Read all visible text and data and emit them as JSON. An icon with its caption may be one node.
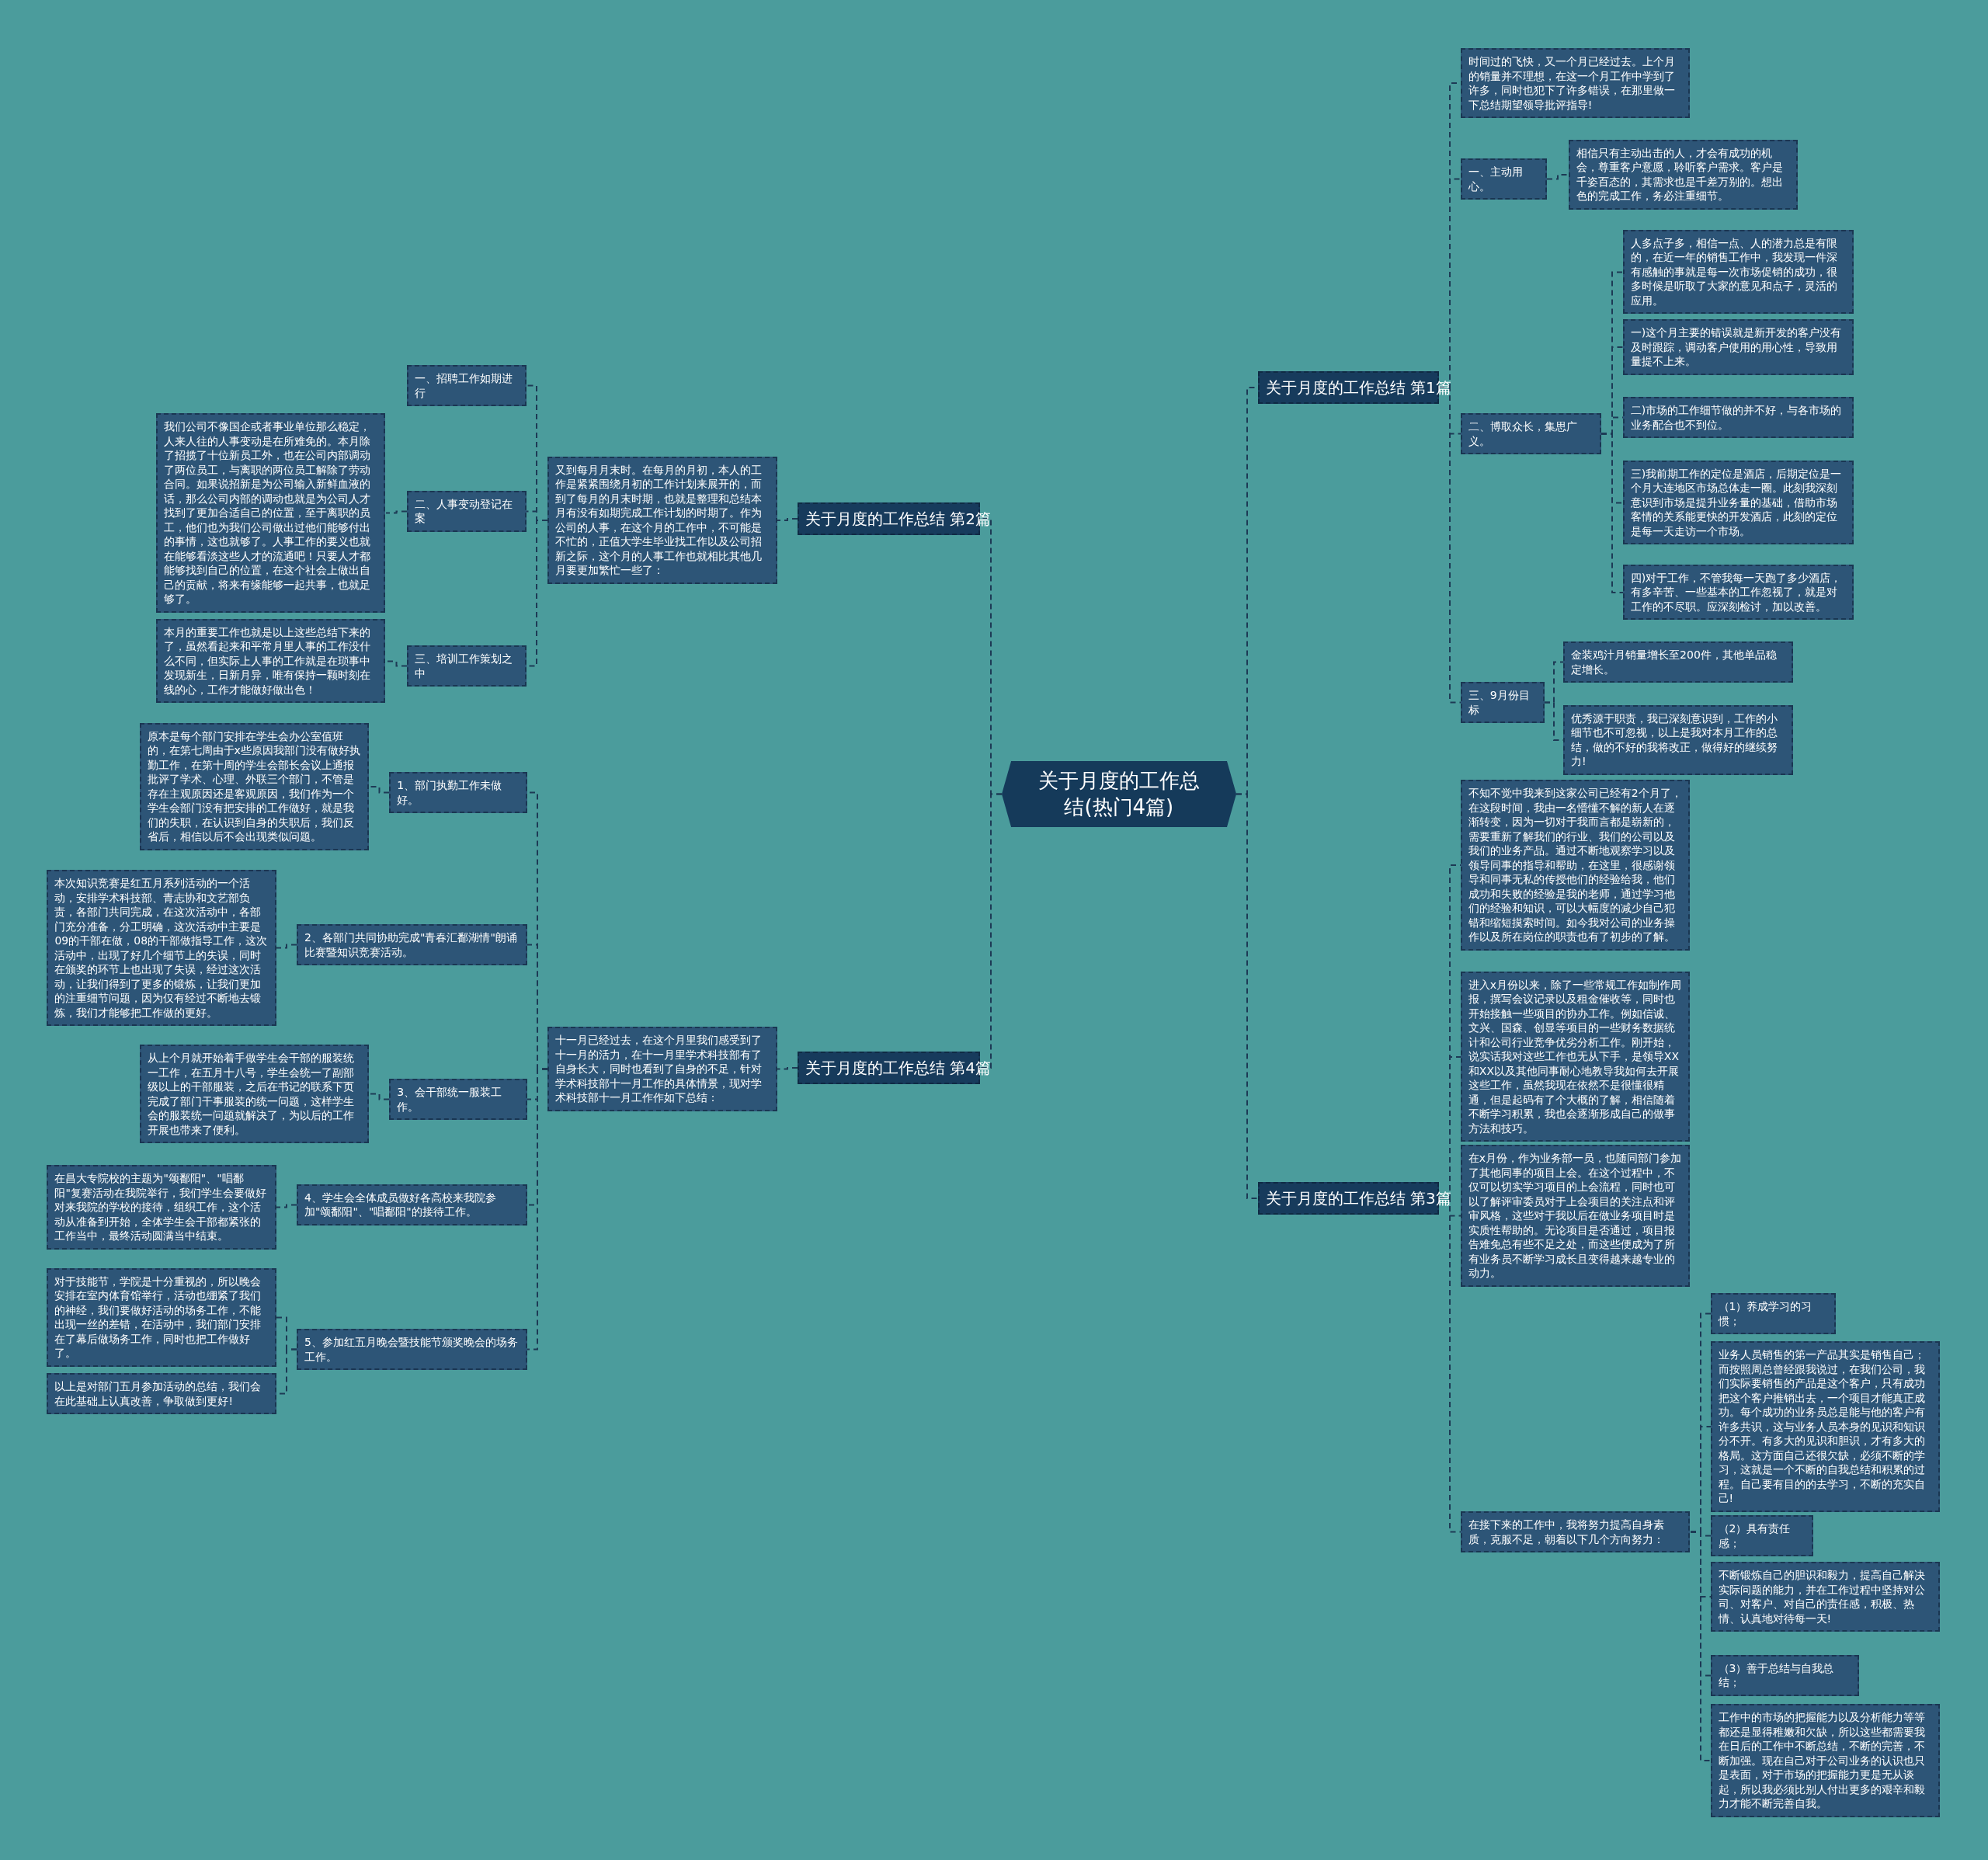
{
  "diagram": {
    "nodes": [
      {
        "text": [
          "关于月度的工作总结(热门4篇)"
        ]
      },
      {
        "text": [
          "关于月度的工作总结 第1篇"
        ]
      },
      {
        "text": [
          "时间过的飞快，又一个月已经过去。上个月的销量并不理想，在这一个月工作中学到了许多，同时也犯下了许多错误，在那里做一下总结期望领导批评指导!"
        ]
      },
      {
        "text": [
          "一、主动用心。"
        ]
      },
      {
        "text": [
          "相信只有主动出击的人，才会有成功的机会，尊重客户意愿，聆听客户需求。客户是千姿百态的，其需求也是千差万别的。想出色的完成工作，务必注重细节。"
        ]
      },
      {
        "text": [
          "二、博取众长，集思广义。"
        ]
      },
      {
        "text": [
          "人多点子多，相信一点、人的潜力总是有限的，在近一年的销售工作中，我发现一件深有感触的事就是每一次市场促销的成功，很多时候是听取了大家的意见和点子，灵活的应用。"
        ]
      },
      {
        "text": [
          "一)这个月主要的错误就是新开发的客户没有及时跟踪，调动客户使用的用心性，导致用量提不上来。"
        ]
      },
      {
        "text": [
          "二)市场的工作细节做的并不好，与各市场的业务配合也不到位。"
        ]
      },
      {
        "text": [
          "三)我前期工作的定位是酒店，后期定位是一个月大连地区市场总体走一圈。此刻我深刻意识到市场是提升业务量的基础，借助市场客情的关系能更快的开发酒店，此刻的定位是每一天走访一个市场。"
        ]
      },
      {
        "text": [
          "四)对于工作，不管我每一天跑了多少酒店，有多辛苦、一些基本的工作忽视了，就是对工作的不尽职。应深刻检讨，加以改善。"
        ]
      },
      {
        "text": [
          "三、9月份目标"
        ]
      },
      {
        "text": [
          "金装鸡汁月销量增长至200件，其他单品稳定增长。"
        ]
      },
      {
        "text": [
          "优秀源于职责，我已深刻意识到，工作的小细节也不可忽视，以上是我对本月工作的总结，做的不好的我将改正，做得好的继续努力!"
        ]
      },
      {
        "text": [
          "关于月度的工作总结 第3篇"
        ]
      },
      {
        "text": [
          "不知不觉中我来到这家公司已经有2个月了，在这段时间，我由一名懵懂不解的新人在逐渐转变，因为一切对于我而言都是崭新的，需要重新了解我们的行业、我们的公司以及我们的业务产品。通过不断地观察学习以及领导同事的指导和帮助，在这里，很感谢领导和同事无私的传授他们的经验给我，他们成功和失败的经验是我的老师，通过学习他们的经验和知识，可以大幅度的减少自己犯错和缩短摸索时间。如今我对公司的业务操作以及所在岗位的职责也有了初步的了解。"
        ]
      },
      {
        "text": [
          "进入x月份以来，除了一些常规工作如制作周报，撰写会议记录以及租金催收等，同时也开始接触一些项目的协办工作。例如信诚、文兴、国森、创显等项目的一些财务数据统计和公司行业竞争优劣分析工作。刚开始，说实话我对这些工作也无从下手，是领导XX和XX以及其他同事耐心地教导我如何去开展这些工作，虽然我现在依然不是很懂很精通，但是起码有了个大概的了解，相信随着不断学习积累，我也会逐渐形成自己的做事方法和技巧。"
        ]
      },
      {
        "text": [
          "在x月份，作为业务部一员，也随同部门参加了其他同事的项目上会。在这个过程中，不仅可以切实学习项目的上会流程，同时也可以了解评审委员对于上会项目的关注点和评审风格，这些对于我以后在做业务项目时是实质性帮助的。无论项目是否通过，项目报告难免总有些不足之处，而这些便成为了所有业务员不断学习成长且变得越来越专业的动力。"
        ]
      },
      {
        "text": [
          "在接下来的工作中，我将努力提高自身素质，克服不足，朝着以下几个方向努力："
        ]
      },
      {
        "text": [
          "（1）养成学习的习惯；"
        ]
      },
      {
        "text": [
          "业务人员销售的第一产品其实是销售自己；而按照周总曾经跟我说过，在我们公司，我们实际要销售的产品是这个客户，只有成功把这个客户推销出去，一个项目才能真正成功。每个成功的业务员总是能与他的客户有许多共识，这与业务人员本身的见识和知识分不开。有多大的见识和胆识，才有多大的格局。这方面自己还很欠缺，必须不断的学习，这就是一个不断的自我总结和积累的过程。自己要有目的的去学习，不断的充实自己!"
        ]
      },
      {
        "text": [
          "（2）具有责任感；"
        ]
      },
      {
        "text": [
          "不断锻炼自己的胆识和毅力，提高自己解决实际问题的能力，并在工作过程中坚持对公司、对客户、对自己的责任感，积极、热情、认真地对待每一天!"
        ]
      },
      {
        "text": [
          "（3）善于总结与自我总结；"
        ]
      },
      {
        "text": [
          "工作中的市场的把握能力以及分析能力等等都还是显得稚嫩和欠缺，所以这些都需要我在日后的工作中不断总结，不断的完善，不断加强。现在自己对于公司业务的认识也只是表面，对于市场的把握能力更是无从谈起，所以我必须比别人付出更多的艰辛和毅力才能不断完善自我。"
        ]
      },
      {
        "text": [
          "关于月度的工作总结 第2篇"
        ]
      },
      {
        "text": [
          "又到每月月末时。在每月的月初，本人的工作是紧紧围绕月初的工作计划来展开的，而到了每月的月末时期，也就是整理和总结本月有没有如期完成工作计划的时期了。作为公司的人事，在这个月的工作中，不可能是不忙的，正值大学生毕业找工作以及公司招新之际，这个月的人事工作也就相比其他几月要更加繁忙一些了："
        ]
      },
      {
        "text": [
          "一、招聘工作如期进行"
        ]
      },
      {
        "text": [
          "二、人事变动登记在案"
        ]
      },
      {
        "text": [
          "我们公司不像国企或者事业单位那么稳定，人来人往的人事变动是在所难免的。本月除了招揽了十位新员工外，也在公司内部调动了两位员工，与离职的两位员工解除了劳动合同。如果说招新是为公司输入新鲜血液的话，那么公司内部的调动也就是为公司人才找到了更加合适自己的位置，至于离职的员工，他们也为我们公司做出过他们能够付出的事情，这也就够了。人事工作的要义也就在能够看淡这些人才的流通吧！只要人才都能够找到自己的位置，在这个社会上做出自己的贡献，将来有缘能够一起共事，也就足够了。"
        ]
      },
      {
        "text": [
          "三、培训工作策划之中"
        ]
      },
      {
        "text": [
          "本月的重要工作也就是以上这些总结下来的了，虽然看起来和平常月里人事的工作没什么不同，但实际上人事的工作就是在琐事中发现新生，日新月异，唯有保持一颗时刻在线的心，工作才能做好做出色！"
        ]
      },
      {
        "text": [
          "关于月度的工作总结 第4篇"
        ]
      },
      {
        "text": [
          "十一月已经过去，在这个月里我们感受到了十一月的活力，在十一月里学术科技部有了自身长大，同时也看到了自身的不足，针对学术科技部十一月工作的具体情景，现对学术科技部十一月工作作如下总结："
        ]
      },
      {
        "text": [
          "1、部门执勤工作未做好。"
        ]
      },
      {
        "text": [
          "原本是每个部门安排在学生会办公室值班的，在第七周由于x些原因我部门没有做好执勤工作，在第十周的学生会部长会议上通报批评了学术、心理、外联三个部门，不管是存在主观原因还是客观原因，我们作为一个学生会部门没有把安排的工作做好，就是我们的失职，在认识到自身的失职后，我们反省后，相信以后不会出现类似问题。"
        ]
      },
      {
        "text": [
          "2、各部门共同协助完成\"青春汇鄱湖情\"朗诵比赛暨知识竞赛活动。"
        ]
      },
      {
        "text": [
          "本次知识竞赛是红五月系列活动的一个活动，安排学术科技部、青志协和文艺部负责，各部门共同完成，在这次活动中，各部门充分准备，分工明确，这次活动中主要是09的干部在做，08的干部做指导工作，这次活动中，出现了好几个细节上的失误，同时在颁奖的环节上也出现了失误，经过这次活动，让我们得到了更多的锻炼，让我们更加的注重细节问题，因为仅有经过不断地去锻炼，我们才能够把工作做的更好。"
        ]
      },
      {
        "text": [
          "3、会干部统一服装工作。"
        ]
      },
      {
        "text": [
          "从上个月就开始着手做学生会干部的服装统一工作，在五月十八号，学生会统一了副部级以上的干部服装，之后在书记的联系下页完成了部门干事服装的统一问题，这样学生会的服装统一问题就解决了，为以后的工作开展也带来了便利。"
        ]
      },
      {
        "text": [
          "4、学生会全体成员做好各高校来我院参加\"颂鄱阳\"、\"唱鄱阳\"的接待工作。"
        ]
      },
      {
        "text": [
          "在昌大专院校的主题为\"颂鄱阳\"、\"唱鄱阳\"复赛活动在我院举行，我们学生会要做好对来我院的学校的接待，组织工作，这个活动从准备到开始，全体学生会干部都紧张的工作当中，最终活动圆满当中结束。"
        ]
      },
      {
        "text": [
          "5、参加红五月晚会暨技能节颁奖晚会的场务工作。"
        ]
      },
      {
        "text": [
          "对于技能节，学院是十分重视的，所以晚会安排在室内体育馆举行，活动也绷紧了我们的神经，我们要做好活动的场务工作，不能出现一丝的差错，在活动中，我们部门安排在了幕后做场务工作，同时也把工作做好了。"
        ]
      },
      {
        "text": [
          "以上是对部门五月参加活动的总结，我们会在此基础上认真改善，争取做到更好!"
        ]
      }
    ],
    "edges": [
      {
        "from": 0,
        "to": 1,
        "arrow": "none"
      },
      {
        "from": 1,
        "to": 2,
        "arrow": "none"
      },
      {
        "from": 1,
        "to": 3,
        "arrow": "none"
      },
      {
        "from": 3,
        "to": 4,
        "arrow": "none"
      },
      {
        "from": 1,
        "to": 5,
        "arrow": "none"
      },
      {
        "from": 5,
        "to": 6,
        "arrow": "none"
      },
      {
        "from": 5,
        "to": 7,
        "arrow": "none"
      },
      {
        "from": 5,
        "to": 8,
        "arrow": "none"
      },
      {
        "from": 5,
        "to": 9,
        "arrow": "none"
      },
      {
        "from": 5,
        "to": 10,
        "arrow": "none"
      },
      {
        "from": 1,
        "to": 11,
        "arrow": "none"
      },
      {
        "from": 11,
        "to": 12,
        "arrow": "none"
      },
      {
        "from": 11,
        "to": 13,
        "arrow": "none"
      },
      {
        "from": 0,
        "to": 14,
        "arrow": "none"
      },
      {
        "from": 14,
        "to": 15,
        "arrow": "none"
      },
      {
        "from": 14,
        "to": 16,
        "arrow": "none"
      },
      {
        "from": 14,
        "to": 17,
        "arrow": "none"
      },
      {
        "from": 14,
        "to": 18,
        "arrow": "none"
      },
      {
        "from": 18,
        "to": 19,
        "arrow": "none"
      },
      {
        "from": 18,
        "to": 20,
        "arrow": "none"
      },
      {
        "from": 18,
        "to": 21,
        "arrow": "none"
      },
      {
        "from": 18,
        "to": 22,
        "arrow": "none"
      },
      {
        "from": 18,
        "to": 23,
        "arrow": "none"
      },
      {
        "from": 18,
        "to": 24,
        "arrow": "none"
      },
      {
        "from": 0,
        "to": 25,
        "arrow": "none"
      },
      {
        "from": 25,
        "to": 26,
        "arrow": "none"
      },
      {
        "from": 26,
        "to": 27,
        "arrow": "none"
      },
      {
        "from": 26,
        "to": 28,
        "arrow": "none"
      },
      {
        "from": 28,
        "to": 29,
        "arrow": "none"
      },
      {
        "from": 26,
        "to": 30,
        "arrow": "none"
      },
      {
        "from": 30,
        "to": 31,
        "arrow": "none"
      },
      {
        "from": 0,
        "to": 32,
        "arrow": "none"
      },
      {
        "from": 32,
        "to": 33,
        "arrow": "none"
      },
      {
        "from": 33,
        "to": 34,
        "arrow": "none"
      },
      {
        "from": 34,
        "to": 35,
        "arrow": "none"
      },
      {
        "from": 33,
        "to": 36,
        "arrow": "none"
      },
      {
        "from": 36,
        "to": 37,
        "arrow": "none"
      },
      {
        "from": 33,
        "to": 38,
        "arrow": "none"
      },
      {
        "from": 38,
        "to": 39,
        "arrow": "none"
      },
      {
        "from": 33,
        "to": 40,
        "arrow": "none"
      },
      {
        "from": 40,
        "to": 41,
        "arrow": "none"
      },
      {
        "from": 33,
        "to": 42,
        "arrow": "none"
      },
      {
        "from": 42,
        "to": 43,
        "arrow": "none"
      },
      {
        "from": 42,
        "to": 44,
        "arrow": "none"
      }
    ]
  }
}
